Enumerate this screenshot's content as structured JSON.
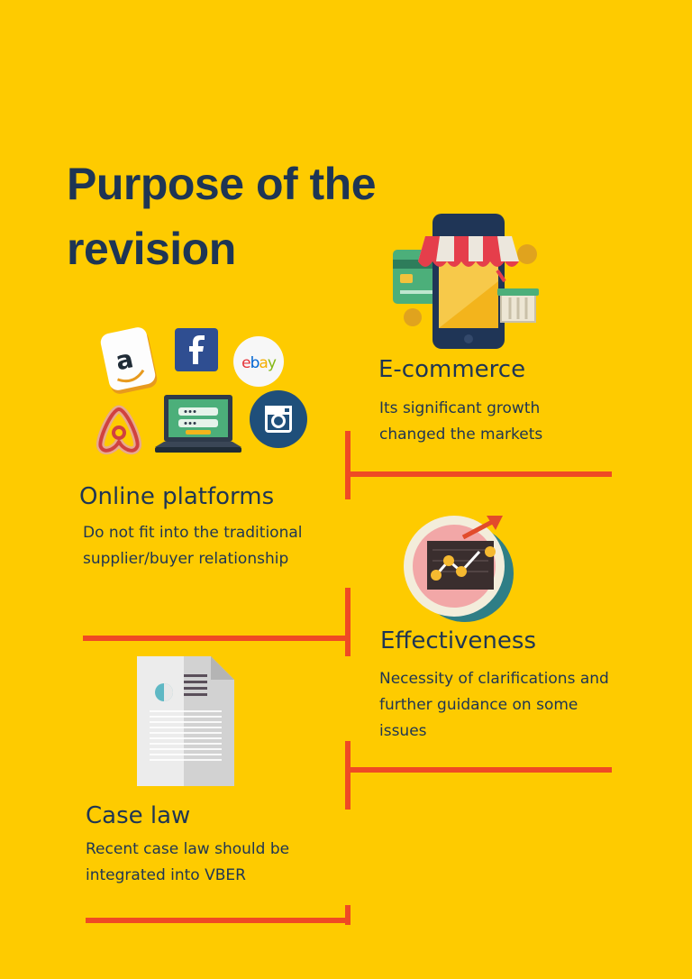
{
  "title": "Purpose of the revision",
  "sections": {
    "ecommerce": {
      "heading": "E-commerce",
      "text": "Its significant growth changed the markets"
    },
    "online_platforms": {
      "heading": "Online platforms",
      "text": "Do not fit into the traditional supplier/buyer relationship"
    },
    "effectiveness": {
      "heading": "Effectiveness",
      "text": "Necessity of clarifications and further guidance on some issues"
    },
    "case_law": {
      "heading": "Case law",
      "text": "Recent case law should be integrated into VBER"
    }
  },
  "logos": {
    "ebay": "ebay"
  },
  "icons": [
    "amazon-icon",
    "facebook-icon",
    "ebay-icon",
    "airbnb-icon",
    "laptop-icon",
    "instagram-icon",
    "shop-phone-icon",
    "chart-icon",
    "document-icon"
  ],
  "colors": {
    "background": "#FECB00",
    "accent": "#EF4A24",
    "text": "#1E3554"
  }
}
